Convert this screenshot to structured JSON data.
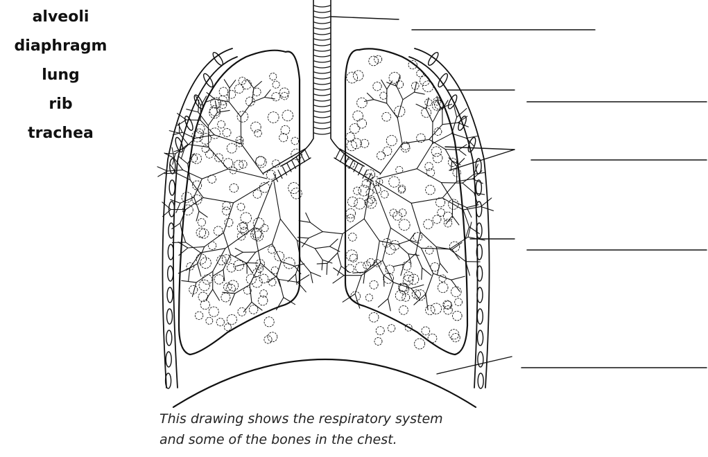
{
  "word_bank": [
    "alveoli",
    "diaphragm",
    "lung",
    "rib",
    "trachea"
  ],
  "caption": {
    "line1": "This drawing shows the respiratory system",
    "line2": "and some of the bones in the chest."
  },
  "colors": {
    "ink": "#111111",
    "paper": "#ffffff"
  },
  "answer_blank_count": 5
}
